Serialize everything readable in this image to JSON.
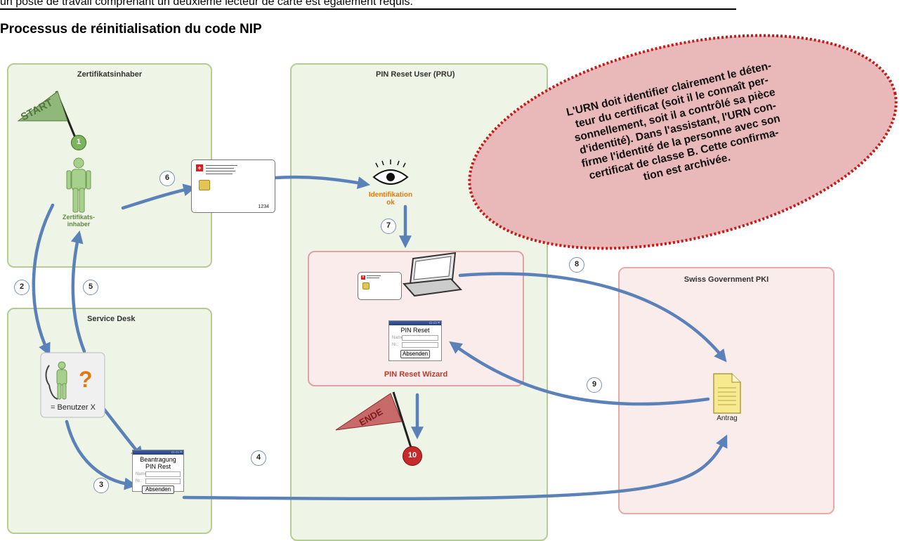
{
  "top_text": "un poste de travail comprenant un deuxième lecteur de carte est également requis.",
  "heading": "Processus de réinitialisation du code NIP",
  "lanes": {
    "holder": "Zertifikatsinhaber",
    "service_desk": "Service Desk",
    "pru": "PIN Reset User (PRU)",
    "pki": "Swiss Government PKI",
    "wizard": "PIN Reset Wizard"
  },
  "flags": {
    "start": "START",
    "end": "ENDE"
  },
  "labels": {
    "holder_person": "Zertifikats-\ninhaber",
    "benutzer": "= Benutzer X",
    "identifikation": "Identifikation\nok",
    "antrag": "Antrag",
    "question_mark": "?"
  },
  "steps": [
    "1",
    "2",
    "3",
    "4",
    "5",
    "6",
    "7",
    "8",
    "9",
    "10"
  ],
  "form_request": {
    "title": "Beantragung\nPIN Rest",
    "name_label": "Name:",
    "nr_label": "Nr.:",
    "button": "Absenden"
  },
  "form_wizard": {
    "title": "PIN Reset",
    "name_label": "Name:",
    "nr_label": "Nr.:",
    "button": "Absenden"
  },
  "card": {
    "lines": [
      "Schweizerische Eidgenossenschaft",
      "Confédération suisse",
      "Confederazione Svizzera",
      "Confederaziun svizra"
    ],
    "number": "1234"
  },
  "note": "L'URN doit identifier clairement le déten-\nteur du certificat (soit il le connaît per-\nsonnellement, soit il a contrôlé sa pièce\nd'identité). Dans l'assistant, l'URN con-\nfirme l'identité de la personne avec son\ncertificat de classe B. Cette confirma-\ntion est archivée.",
  "colors": {
    "arrow": "#5b82b8",
    "green_lane": "#eef4e6",
    "red_lane": "#fbecec",
    "note_fill": "#e9b9b9",
    "note_border": "#c41a1a",
    "identifikation": "#e07a10",
    "wizard_title": "#c0392b"
  },
  "icons": [
    "flag-start-icon",
    "person-icon",
    "eye-icon",
    "laptop-icon",
    "smartcard-icon",
    "phone-icon",
    "document-icon",
    "flag-end-icon"
  ]
}
